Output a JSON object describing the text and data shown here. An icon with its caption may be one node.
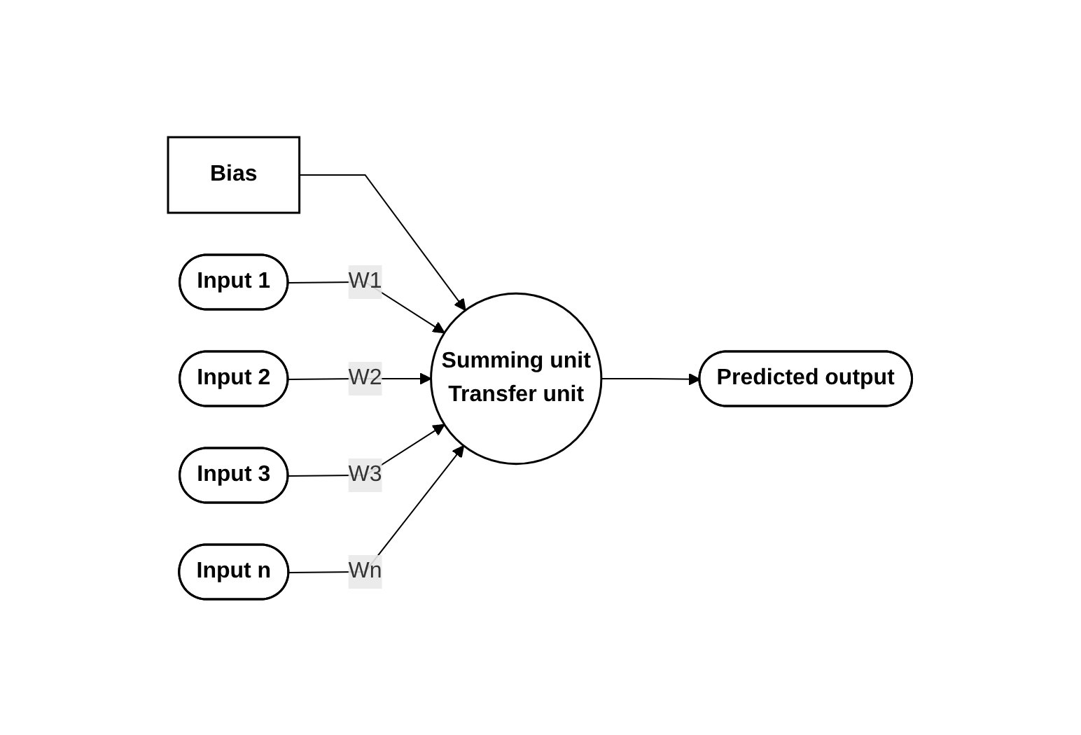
{
  "diagram": {
    "nodes": [
      {
        "text": [
          "Bias"
        ]
      },
      {
        "text": [
          "Input 1"
        ]
      },
      {
        "text": [
          "Input 2"
        ]
      },
      {
        "text": [
          "Input 3"
        ]
      },
      {
        "text": [
          "Input n"
        ]
      },
      {
        "text": [
          "Summing unit",
          "Transfer unit"
        ]
      },
      {
        "text": [
          "Predicted output"
        ]
      }
    ],
    "edges": [
      {
        "from": 0,
        "to": 5,
        "arrow": "to"
      },
      {
        "from": 1,
        "to": 5,
        "arrow": "to",
        "label": "W1"
      },
      {
        "from": 2,
        "to": 5,
        "arrow": "to",
        "label": "W2"
      },
      {
        "from": 3,
        "to": 5,
        "arrow": "to",
        "label": "W3"
      },
      {
        "from": 4,
        "to": 5,
        "arrow": "to",
        "label": "Wn"
      },
      {
        "from": 5,
        "to": 6,
        "arrow": "to"
      }
    ]
  }
}
